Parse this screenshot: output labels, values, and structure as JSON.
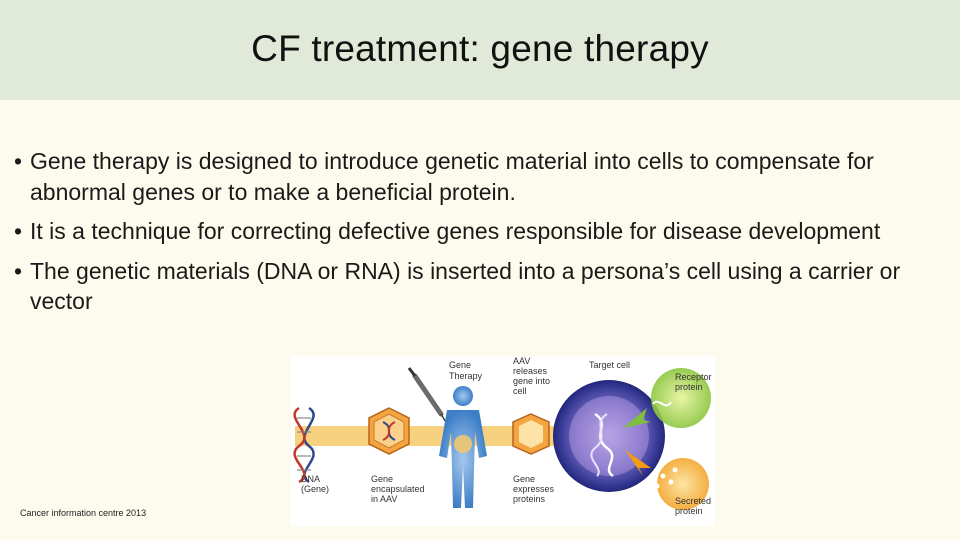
{
  "slide": {
    "title": "CF treatment: gene therapy",
    "bullets": [
      "Gene therapy is designed to introduce genetic material into cells to compensate for abnormal genes or to make a beneficial protein.",
      "It is a technique for correcting defective genes responsible for disease development",
      "The genetic materials (DNA or RNA) is inserted into a persona’s cell using a carrier or vector"
    ],
    "bullet_glyph": "•",
    "credit": "Cancer information centre 2013"
  },
  "figure": {
    "labels": {
      "gene_therapy_1": "Gene",
      "gene_therapy_2": "Therapy",
      "aav_releases_1": "AAV",
      "aav_releases_2": "releases",
      "aav_releases_3": "gene into",
      "aav_releases_4": "cell",
      "target_cell": "Target cell",
      "receptor_1": "Receptor",
      "receptor_2": "protein",
      "dna_1": "DNA",
      "dna_2": "(Gene)",
      "encaps_1": "Gene",
      "encaps_2": "encapsulated",
      "encaps_3": "in AAV",
      "expresses_1": "Gene",
      "expresses_2": "expresses",
      "expresses_3": "proteins",
      "secreted_1": "Secreted",
      "secreted_2": "protein"
    }
  },
  "colors": {
    "header_bg": "#e1ead9",
    "slide_bg": "#fdfbee",
    "cell_outer": "#3b3f9a",
    "cell_inner": "#7d6cc4",
    "arrow": "#f0a323",
    "body": "#3d7fc7"
  }
}
